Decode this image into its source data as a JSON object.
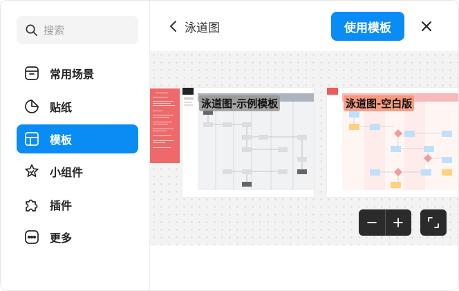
{
  "search": {
    "placeholder": "搜索"
  },
  "sidebar": {
    "items": [
      {
        "label": "常用场景",
        "icon": "box-icon"
      },
      {
        "label": "贴纸",
        "icon": "sticker-icon"
      },
      {
        "label": "模板",
        "icon": "template-icon",
        "active": true
      },
      {
        "label": "小组件",
        "icon": "star-widget-icon"
      },
      {
        "label": "插件",
        "icon": "puzzle-icon"
      },
      {
        "label": "更多",
        "icon": "more-icon"
      }
    ]
  },
  "header": {
    "title": "泳道图",
    "use_template_label": "使用模板"
  },
  "templates": [
    {
      "label": "泳道图-示例模板"
    },
    {
      "label": "泳道图-空白版"
    }
  ],
  "colors": {
    "accent": "#0a8cf5",
    "dark_control": "#2b2b2b",
    "red_card": "#ee6a6a"
  }
}
